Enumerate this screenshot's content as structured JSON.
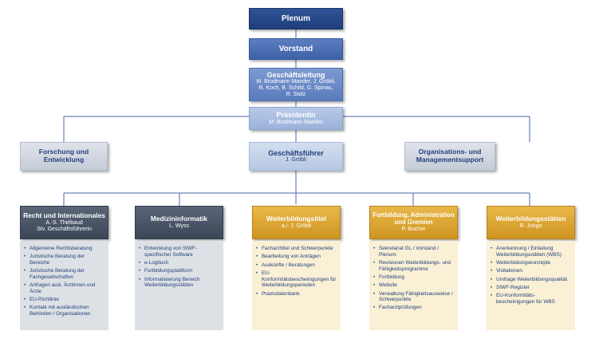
{
  "plenum": {
    "title": "Plenum"
  },
  "vorstand": {
    "title": "Vorstand"
  },
  "geschaeftsleitung": {
    "title": "Geschäftsleitung",
    "lines": [
      "M. Brodmann Maeder, J. Gröbli,",
      "N. Koch, B. Schild, G. Spinas,",
      "R. Stolz"
    ]
  },
  "praesidentin": {
    "title": "Präsidentin",
    "name": "M. Brodmann Maeder"
  },
  "forschung": {
    "title_lines": [
      "Forschung und",
      "Entwicklung"
    ]
  },
  "geschaeftsfuehrer": {
    "title": "Geschäftsführer",
    "name": "J. Gröbli"
  },
  "organisation": {
    "title_lines": [
      "Organisations- und",
      "Managementsupport"
    ]
  },
  "departments": [
    {
      "title": "Recht und Internationales",
      "sub": [
        "A.-S. Thiébaud",
        "Stv. Geschäftsführerin"
      ],
      "items": [
        "Allgemeine Rechtsberatung",
        "Juristische Beratung der Bereiche",
        "Juristische Beratung der Fachgesellschaften",
        "Anfragen ausl. Ärztinnen und Ärzte",
        "EU-Richtlinie",
        "Kontakt mit ausländischen Behörden / Organisationen"
      ]
    },
    {
      "title": "Medizininformatik",
      "sub": [
        "L. Wyss"
      ],
      "items": [
        "Entwicklung von SIWF-spezifischer Software",
        "e-Logbuch",
        "Fortbildungsplattform",
        "Informatisierung Bereich Weiterbildungsstätten"
      ]
    },
    {
      "title": "Weiterbildungstitel",
      "sub": [
        "a.i. J. Gröbli"
      ],
      "items": [
        "Facharzttitel und Schwerpunkte",
        "Bearbeitung von Anträgen",
        "Auskünfte / Beratungen",
        "EU-Konformitätsbescheinigungen für Weiterbildungsperioden",
        "Praxisdatenbank"
      ]
    },
    {
      "title": "Fortbildung, Administration und Gremien",
      "sub": [
        "P. Bucher"
      ],
      "items": [
        "Sekretariat GL / Vorstand / Plenum",
        "Revisionen Weiterbildungs- und Fähigkeitsprogramme",
        "Fortbildung",
        "Website",
        "Verwaltung Fähigkeitsausweise / Schwerpunkte",
        "Facharztprüfungen"
      ]
    },
    {
      "title": "Weiterbildungsstätten",
      "sub": [
        "R. Jungo"
      ],
      "items": [
        "Anerkennung / Einteilung Weiterbildungsstätten (WBS)",
        "Weiterbildungskonzepte",
        "Visitationen",
        "Umfrage Weiterbildungsqualität",
        "SIWF-Register",
        "EU-Konformitäts-bescheinigungen für WBS"
      ]
    }
  ]
}
